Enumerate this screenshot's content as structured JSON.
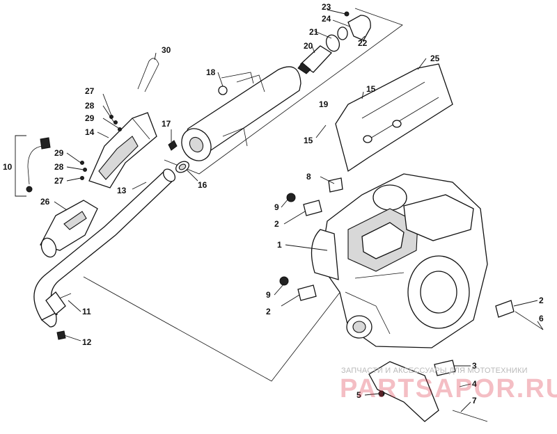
{
  "callouts": {
    "c1": "1",
    "c2a": "2",
    "c2b": "2",
    "c2c": "2",
    "c3": "3",
    "c4": "4",
    "c5": "5",
    "c6": "6",
    "c7": "7",
    "c8": "8",
    "c9a": "9",
    "c9b": "9",
    "c10": "10",
    "c11": "11",
    "c12": "12",
    "c13": "13",
    "c14": "14",
    "c15a": "15",
    "c15b": "15",
    "c16": "16",
    "c17": "17",
    "c18": "18",
    "c19": "19",
    "c20": "20",
    "c21": "21",
    "c22": "22",
    "c23": "23",
    "c24": "24",
    "c25": "25",
    "c26": "26",
    "c27a": "27",
    "c27b": "27",
    "c28a": "28",
    "c28b": "28",
    "c29a": "29",
    "c29b": "29",
    "c30": "30"
  },
  "watermark": {
    "line1": "ЗАПЧАСТИ И АКСЕССУАРЫ ДЛЯ МОТОТЕХНИКИ",
    "logo": "PARTSAPOR.RU"
  }
}
